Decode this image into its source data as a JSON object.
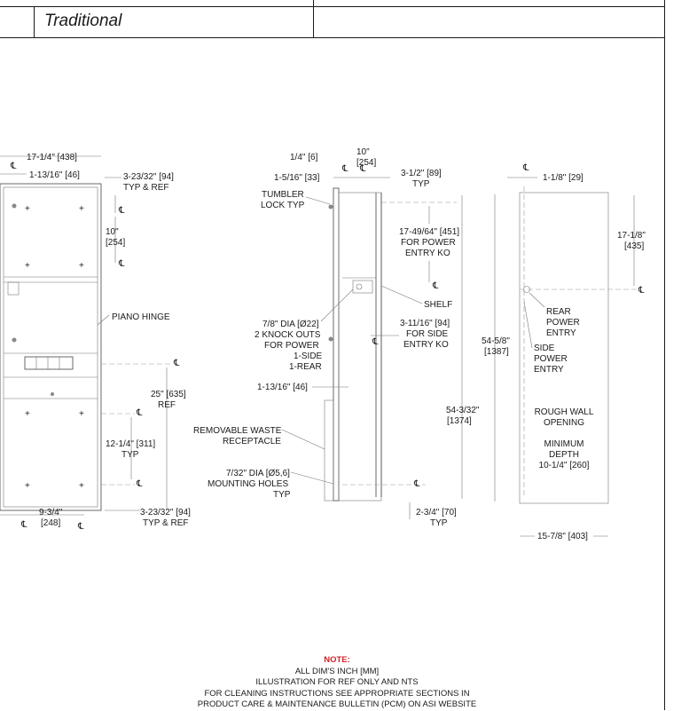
{
  "header": {
    "style_name": "Traditional"
  },
  "notes": {
    "heading": "NOTE:",
    "lines": [
      "ALL DIM'S INCH [MM]",
      "ILLUSTRATION FOR REF ONLY AND NTS",
      "FOR CLEANING INSTRUCTIONS SEE APPROPRIATE SECTIONS IN",
      "PRODUCT CARE & MAINTENANCE BULLETIN (PCM) ON ASI WEBSITE"
    ]
  },
  "front_view": {
    "dim_width": "17-1/4\" [438]",
    "dim_offset": "1-13/16\" [46]",
    "dim_top_typ_1": "3-23/32\" [94]",
    "dim_top_typ_2": "TYP & REF",
    "dim_10_1": "10\"",
    "dim_10_2": "[254]",
    "piano_hinge": "PIANO HINGE",
    "dim_25_1": "25\" [635]",
    "dim_25_2": "REF",
    "dim_12_1": "12-1/4\" [311]",
    "dim_12_2": "TYP",
    "dim_bot_typ_1": "3-23/32\" [94]",
    "dim_bot_typ_2": "TYP & REF",
    "dim_9_1": "9-3/4\"",
    "dim_9_2": "[248]"
  },
  "side_view": {
    "dim_quarter": "1/4\" [6]",
    "dim_10_1": "10\"",
    "dim_10_2": "[254]",
    "dim_1516": "1-5/16\" [33]",
    "dim_312_1": "3-1/2\" [89]",
    "dim_312_2": "TYP",
    "tumbler_1": "TUMBLER",
    "tumbler_2": "LOCK TYP",
    "power_ko_1": "17-49/64\" [451]",
    "power_ko_2": "FOR POWER",
    "power_ko_3": "ENTRY KO",
    "shelf": "SHELF",
    "dia_1": "7/8\" DIA [Ø22]",
    "dia_2": "2 KNOCK OUTS",
    "dia_3": "FOR POWER",
    "dia_4": "1-SIDE",
    "dia_5": "1-REAR",
    "side_ko_1": "3-11/16\" [94]",
    "side_ko_2": "FOR SIDE",
    "side_ko_3": "ENTRY KO",
    "dim_11316": "1-13/16\" [46]",
    "waste_1": "REMOVABLE WASTE",
    "waste_2": "RECEPTACLE",
    "mount_1": "7/32\" DIA [Ø5,6]",
    "mount_2": "MOUNTING HOLES",
    "mount_3": "TYP",
    "dim_5432_1": "54-3/32\"",
    "dim_5432_2": "[1374]",
    "dim_234_1": "2-3/4\" [70]",
    "dim_234_2": "TYP"
  },
  "rough_view": {
    "dim_118": "1-1/8\" [29]",
    "dim_1718_1": "17-1/8\"",
    "dim_1718_2": "[435]",
    "rear_1": "REAR",
    "rear_2": "POWER",
    "rear_3": "ENTRY",
    "side_1": "SIDE",
    "side_2": "POWER",
    "side_3": "ENTRY",
    "dim_5458_1": "54-5/8\"",
    "dim_5458_2": "[1387]",
    "rough_1": "ROUGH WALL",
    "rough_2": "OPENING",
    "min_1": "MINIMUM",
    "min_2": "DEPTH",
    "min_3": "10-1/4\" [260]",
    "dim_1578": "15-7/8\" [403]"
  },
  "centerline": "℄"
}
